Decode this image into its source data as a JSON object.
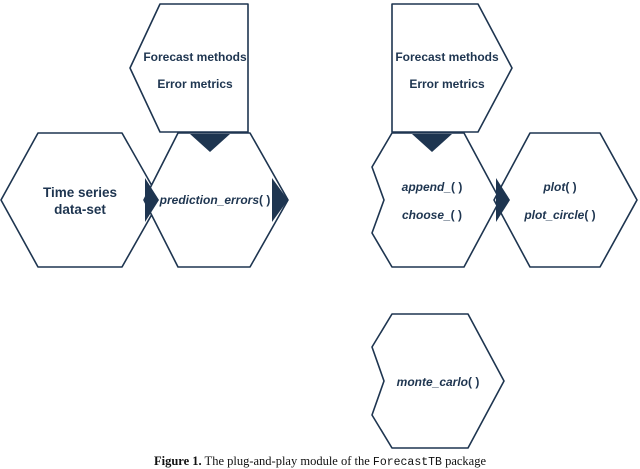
{
  "panel_left": {
    "top_box": {
      "line1": "Forecast methods",
      "line2": "Error metrics"
    },
    "left_hex": {
      "line1": "Time series",
      "line2": "data-set"
    },
    "center_hex": {
      "func": "prediction_errors",
      "parens": "( )"
    }
  },
  "panel_right": {
    "top_box": {
      "line1": "Forecast methods",
      "line2": "Error metrics"
    },
    "left_hex": {
      "func1": "append_",
      "parens1": "( )",
      "func2": "choose_",
      "parens2": "( )"
    },
    "right_hex": {
      "func1": "plot",
      "parens1": "( )",
      "func2": "plot_circle",
      "parens2": "( )"
    },
    "bottom_hex": {
      "func": "monte_carlo",
      "parens": "( )"
    }
  },
  "caption": {
    "lead": "Figure 1.",
    "text1": " The plug-and-play module of the ",
    "package": "ForecastTB",
    "text2": " package"
  },
  "colors": {
    "stroke": "#1e3550",
    "text": "#1e3550"
  }
}
